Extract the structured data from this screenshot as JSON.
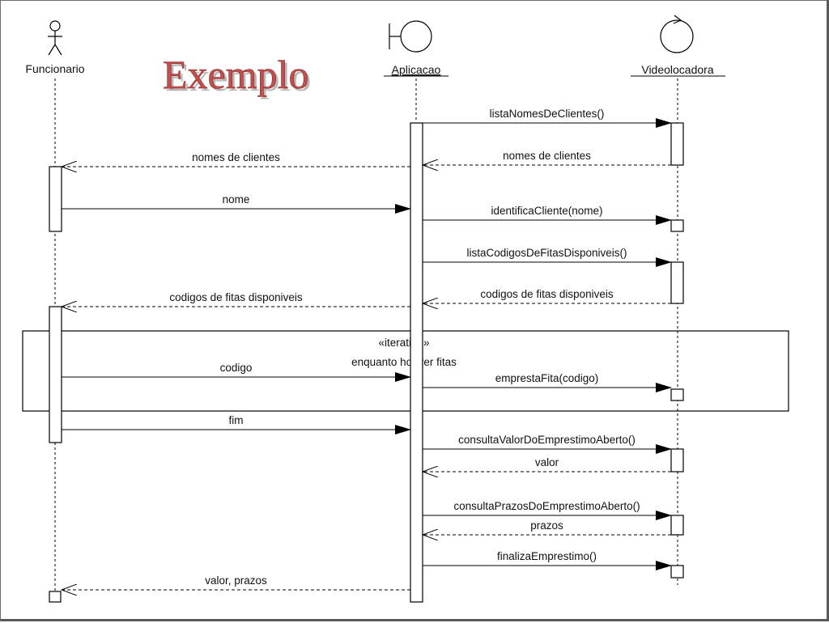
{
  "title": "Exemplo",
  "participants": [
    {
      "id": "funcionario",
      "name": "Funcionario",
      "kind": "actor"
    },
    {
      "id": "aplicacao",
      "name": "Aplicacao",
      "kind": "boundary"
    },
    {
      "id": "videolocadora",
      "name": "Videolocadora",
      "kind": "control"
    }
  ],
  "frame": {
    "stereotype": "«iteration»",
    "condition": "enquanto houver fitas"
  },
  "messages": [
    {
      "from": "aplicacao",
      "to": "videolocadora",
      "label": "listaNomesDeClientes()",
      "type": "call"
    },
    {
      "from": "videolocadora",
      "to": "aplicacao",
      "label": "nomes de clientes",
      "type": "return"
    },
    {
      "from": "aplicacao",
      "to": "funcionario",
      "label": "nomes de clientes",
      "type": "return"
    },
    {
      "from": "funcionario",
      "to": "aplicacao",
      "label": "nome",
      "type": "call"
    },
    {
      "from": "aplicacao",
      "to": "videolocadora",
      "label": "identificaCliente(nome)",
      "type": "call"
    },
    {
      "from": "aplicacao",
      "to": "videolocadora",
      "label": "listaCodigosDeFitasDisponiveis()",
      "type": "call"
    },
    {
      "from": "videolocadora",
      "to": "aplicacao",
      "label": "codigos de fitas disponiveis",
      "type": "return"
    },
    {
      "from": "aplicacao",
      "to": "funcionario",
      "label": "codigos de fitas disponiveis",
      "type": "return"
    },
    {
      "from": "funcionario",
      "to": "aplicacao",
      "label": "codigo",
      "type": "call"
    },
    {
      "from": "aplicacao",
      "to": "videolocadora",
      "label": "emprestaFita(codigo)",
      "type": "call"
    },
    {
      "from": "funcionario",
      "to": "aplicacao",
      "label": "fim",
      "type": "call"
    },
    {
      "from": "aplicacao",
      "to": "videolocadora",
      "label": "consultaValorDoEmprestimoAberto()",
      "type": "call"
    },
    {
      "from": "videolocadora",
      "to": "aplicacao",
      "label": "valor",
      "type": "return"
    },
    {
      "from": "aplicacao",
      "to": "videolocadora",
      "label": "consultaPrazosDoEmprestimoAberto()",
      "type": "call"
    },
    {
      "from": "videolocadora",
      "to": "aplicacao",
      "label": "prazos",
      "type": "return"
    },
    {
      "from": "aplicacao",
      "to": "videolocadora",
      "label": "finalizaEmprestimo()",
      "type": "call"
    },
    {
      "from": "aplicacao",
      "to": "funcionario",
      "label": "valor, prazos",
      "type": "return"
    }
  ],
  "colors": {
    "title": "#c0504d",
    "line": "#000000",
    "border": "#5a5a5a"
  },
  "icons": {
    "funcionario": "actor-stick-figure-icon",
    "aplicacao": "boundary-object-icon",
    "videolocadora": "control-object-icon"
  }
}
